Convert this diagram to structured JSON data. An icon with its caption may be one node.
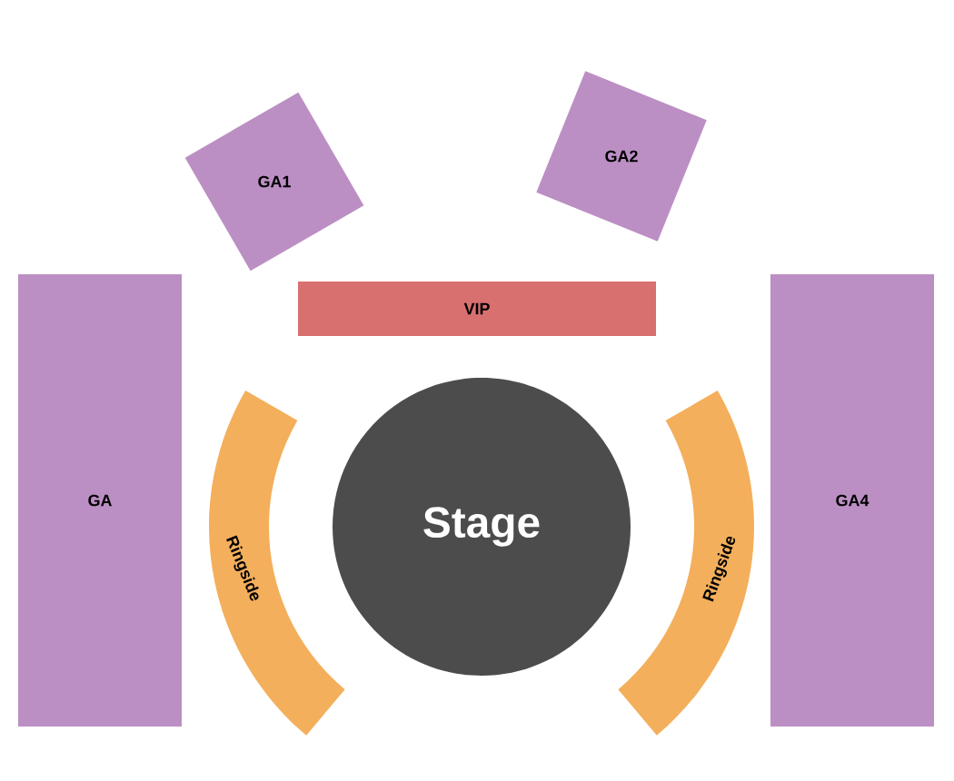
{
  "diagram": {
    "nodes": [
      {
        "text": [
          "GA1"
        ]
      },
      {
        "text": [
          "GA2"
        ]
      },
      {
        "text": [
          "VIP"
        ]
      },
      {
        "text": [
          "GA"
        ]
      },
      {
        "text": [
          "Ringside"
        ]
      },
      {
        "text": [
          "Stage"
        ]
      },
      {
        "text": [
          "Ringside"
        ]
      },
      {
        "text": [
          "GA4"
        ]
      }
    ]
  }
}
